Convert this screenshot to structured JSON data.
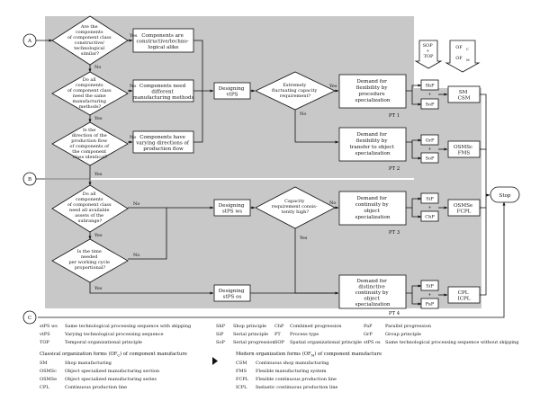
{
  "connectors": {
    "a": "A",
    "b": "B",
    "c": "C"
  },
  "labels": {
    "yes": "Yes",
    "no": "No",
    "plus": "+"
  },
  "decisions": {
    "d1": [
      "Are the",
      "components",
      "of component class",
      "constructive/",
      "technological",
      "similar?"
    ],
    "d2": [
      "Do all",
      "components",
      "of component class",
      "need the same",
      "manufacturing",
      "methods?"
    ],
    "d3": [
      "Is the",
      "direction of the",
      "production flow",
      "of components of",
      "the component",
      "class identical?"
    ],
    "d4": [
      "Do all",
      "components",
      "of component class",
      "need all available",
      "assets of the",
      "subrange?"
    ],
    "d5": [
      "Is the time",
      "needed",
      "per working cycle",
      "proportional?"
    ],
    "d6": [
      "Extremely",
      "fluctuating capacity",
      "requirement?"
    ],
    "d7": [
      "Capacity",
      "requirement consis-",
      "tently high?"
    ]
  },
  "boxes": {
    "b1": [
      "Components are",
      "constructive/techno-",
      "logical alike"
    ],
    "b2": [
      "Components need",
      "different",
      "manufacturing methods"
    ],
    "b3": [
      "Components have",
      "varying directions of",
      "production flow"
    ],
    "s1": [
      "Designing",
      "vtPS"
    ],
    "s2": [
      "Designing",
      "stPS ws"
    ],
    "s3": [
      "Designing",
      "stPS os"
    ],
    "r1": [
      "Demand for",
      "flexibility by",
      "procedure",
      "specialization"
    ],
    "r2": [
      "Demand for",
      "flexibility by",
      "transfer to object",
      "specialization"
    ],
    "r3": [
      "Demand for",
      "continuity by",
      "object",
      "specialization"
    ],
    "r4": [
      "Demand for",
      "distinctive",
      "continuity by",
      "object",
      "specialization"
    ]
  },
  "process_types": [
    "PT 1",
    "PT 2",
    "PT 3",
    "PT 4"
  ],
  "principles": [
    "ShP",
    "SoP",
    "GrP",
    "SoP",
    "SiP",
    "ChP",
    "SiP",
    "PaP"
  ],
  "arrow_headers": {
    "left": [
      "SOP",
      "+",
      "TOP"
    ],
    "right_top": "OF",
    "right_top_sub": "C",
    "right_bottom": "OF",
    "right_bottom_sub": "M"
  },
  "outcomes": [
    [
      "SM",
      "CSM"
    ],
    [
      "OSMSc",
      "FMS"
    ],
    [
      "OSMSe",
      "FCPL"
    ],
    [
      "CPL",
      "ICPL"
    ]
  ],
  "stop": "Stop",
  "abbreviations": [
    {
      "abbr": "stPS ws",
      "text": "Same technological processing sequence with skipping"
    },
    {
      "abbr": "vtPS",
      "text": "Varying technological processing sequence"
    },
    {
      "abbr": "TOP",
      "text": "Temporal organizational principle"
    },
    {
      "abbr": "ShP",
      "text": "Shop principle"
    },
    {
      "abbr": "SiP",
      "text": "Serial principle"
    },
    {
      "abbr": "SoP",
      "text": "Serial progression"
    },
    {
      "abbr": "ChP",
      "text": "Combined progression"
    },
    {
      "abbr": "PT",
      "text": "Process type"
    },
    {
      "abbr": "SOP",
      "text": "Spatial organizational principle"
    },
    {
      "abbr": "PaP",
      "text": "Parallel progression"
    },
    {
      "abbr": "GrP",
      "text": "Group principle"
    },
    {
      "abbr": "stPS os",
      "text": "Same technological processing sequence without skipping"
    }
  ],
  "classical": {
    "title_pre": "Classical organization forms (OF",
    "title_sub": "C",
    "title_post": ") of component manufacture",
    "items": [
      {
        "abbr": "SM",
        "text": "Shop manufacturing"
      },
      {
        "abbr": "OSMSc",
        "text": "Object specialized manufacturing section"
      },
      {
        "abbr": "OSMSe",
        "text": "Object specialized manufacturing series"
      },
      {
        "abbr": "CPL",
        "text": "Continuous production line"
      }
    ]
  },
  "modern": {
    "title_pre": "Modern organization forms (OF",
    "title_sub": "M",
    "title_post": ") of component manufacture",
    "items": [
      {
        "abbr": "CSM",
        "text": "Continuous shop manufacturing"
      },
      {
        "abbr": "FMS",
        "text": "Flexible manufacturing system"
      },
      {
        "abbr": "FCPL",
        "text": "Flexible continuous production line"
      },
      {
        "abbr": "ICPL",
        "text": "Inelastic continuous production line"
      }
    ]
  }
}
